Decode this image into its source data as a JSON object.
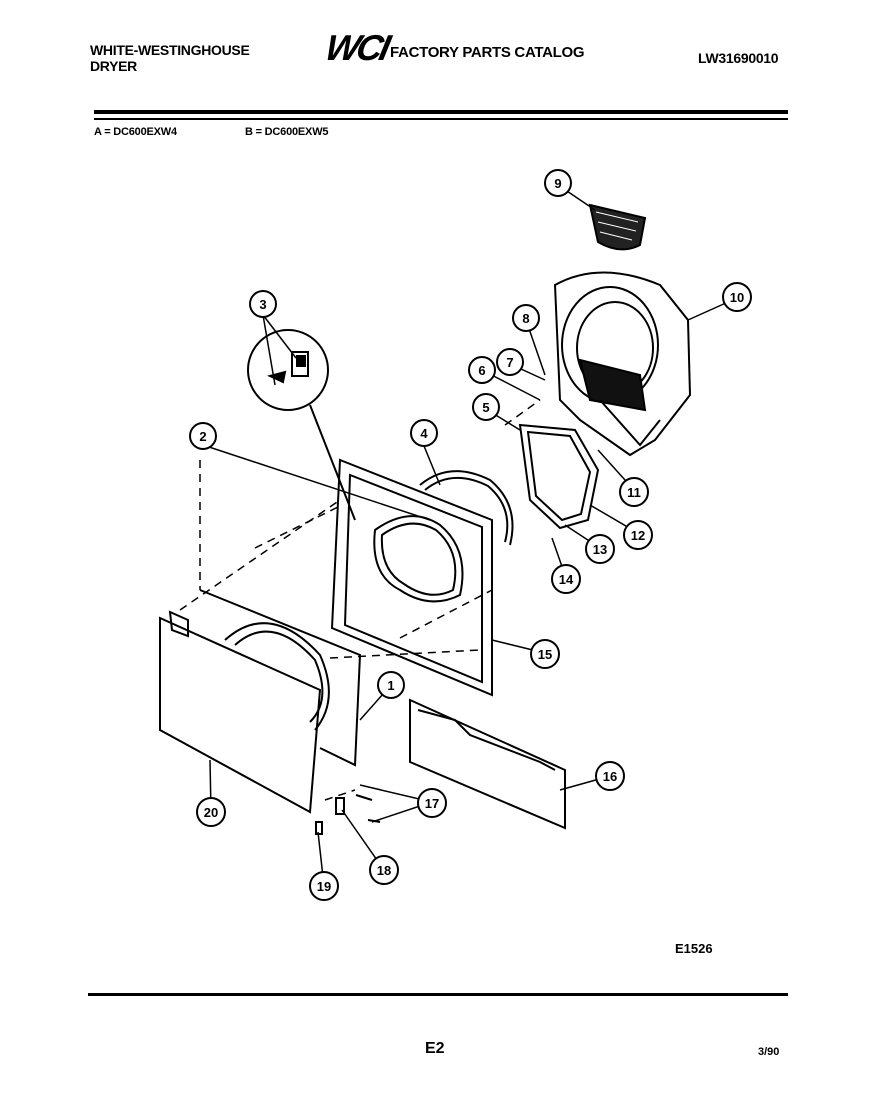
{
  "header": {
    "brand_line1": "WHITE-WESTINGHOUSE",
    "brand_line2": "DRYER",
    "logo": "WCI",
    "catalog_title": "FACTORY PARTS CATALOG",
    "document_number": "LW31690010"
  },
  "models": {
    "a": "A = DC600EXW4",
    "b": "B = DC600EXW5"
  },
  "callouts": [
    "1",
    "2",
    "3",
    "4",
    "5",
    "6",
    "7",
    "8",
    "9",
    "10",
    "11",
    "12",
    "13",
    "14",
    "15",
    "16",
    "17",
    "18",
    "19",
    "20"
  ],
  "footer": {
    "figure_code": "E1526",
    "page_code": "E2",
    "date": "3/90"
  }
}
